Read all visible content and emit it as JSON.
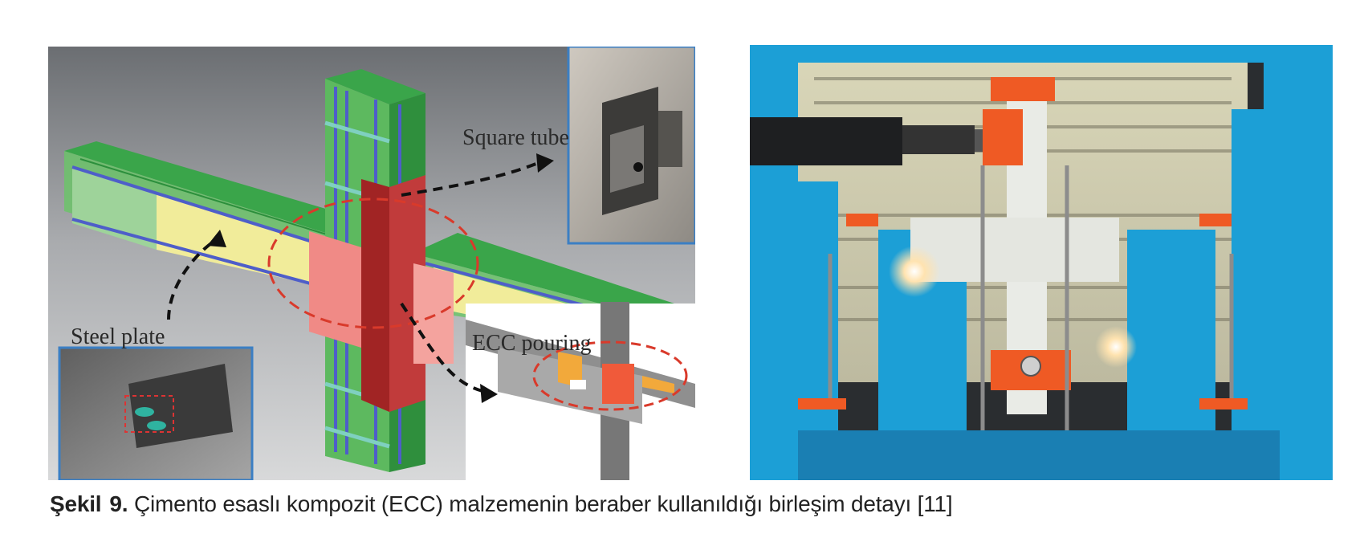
{
  "figure": {
    "left_panel": {
      "labels": {
        "square_tube": "Square tube",
        "steel_plate": "Steel plate",
        "ecc_pouring": "ECC pouring"
      }
    },
    "right_panel": {}
  },
  "caption": {
    "label": "Şekil",
    "number": "9.",
    "text": "Çimento esaslı kompozit (ECC) malzemenin beraber kullanıldığı birleşim detayı [11]"
  }
}
